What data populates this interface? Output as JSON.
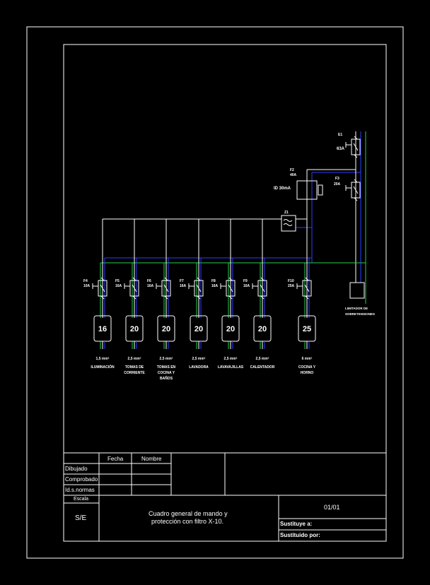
{
  "colors": {
    "background": "#000000",
    "frame": "#ffffff",
    "neutral_wire": "#2f3bff",
    "earth_wire": "#22d24a",
    "phase_wire": "#ffffff"
  },
  "supply": {
    "e1": {
      "tag": "E1",
      "rating": "63A"
    },
    "f2": {
      "tag": "F2",
      "rating": "40A"
    },
    "id": {
      "label": "ID 30mA"
    },
    "f3": {
      "tag": "F3",
      "rating": "20A"
    },
    "z1": {
      "tag": "Z1"
    },
    "limiter_label": [
      "LIMITADOR DE",
      "SOBRETENSIONES"
    ]
  },
  "circuits": [
    {
      "breaker_tag": "F4",
      "breaker_rating": "10A",
      "conduit": "16",
      "section": "1,5 mm²",
      "label": [
        "ILUMINACIÓN"
      ]
    },
    {
      "breaker_tag": "F5",
      "breaker_rating": "16A",
      "conduit": "20",
      "section": "2,5 mm²",
      "label": [
        "TOMAS DE",
        "CORRIENTE"
      ]
    },
    {
      "breaker_tag": "F6",
      "breaker_rating": "16A",
      "conduit": "20",
      "section": "2,5 mm²",
      "label": [
        "TOMAS EN",
        "COCINA Y",
        "BAÑOS"
      ]
    },
    {
      "breaker_tag": "F7",
      "breaker_rating": "16A",
      "conduit": "20",
      "section": "2,5 mm²",
      "label": [
        "LAVADORA"
      ]
    },
    {
      "breaker_tag": "F8",
      "breaker_rating": "16A",
      "conduit": "20",
      "section": "2,5 mm²",
      "label": [
        "LAVAVAJILLAS"
      ]
    },
    {
      "breaker_tag": "F9",
      "breaker_rating": "16A",
      "conduit": "20",
      "section": "2,5 mm²",
      "label": [
        "CALENTADOR"
      ]
    },
    {
      "breaker_tag": "F10",
      "breaker_rating": "25A",
      "conduit": "25",
      "section": "6 mm²",
      "label": [
        "COCINA Y",
        "HORNO"
      ]
    }
  ],
  "title_block": {
    "col_fecha": "Fecha",
    "col_nombre": "Nombre",
    "row_dibujado": "Dibujado",
    "row_comprobado": "Comprobado",
    "row_normas": "Id.s.normas",
    "escala_label": "Escala",
    "escala_value": "S/E",
    "title_line1": "Cuadro general de mando y",
    "title_line2": "protección con filtro X-10.",
    "sheet": "01/01",
    "sustituye": "Sustituye a:",
    "sustituido": "Sustituido por:"
  }
}
